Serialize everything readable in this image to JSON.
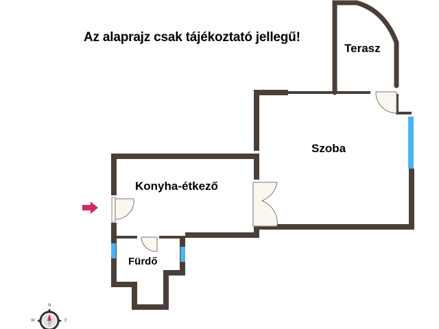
{
  "title": "Az alaprajz csak tájékoztató jellegű!",
  "rooms": {
    "terasz": "Terasz",
    "szoba": "Szoba",
    "konyha": "Konyha-étkező",
    "furdo": "Fürdő"
  },
  "compass": {
    "n": "N",
    "w": "W",
    "e": "E"
  },
  "colors": {
    "wall": "#4a3f38",
    "window": "#4db3f0",
    "door_fill": "#fbf6ee",
    "entry_arrow": "#d6285a",
    "background": "#ffffff"
  },
  "icons": {
    "entry": "entry-arrow-icon",
    "compass": "compass-icon"
  }
}
